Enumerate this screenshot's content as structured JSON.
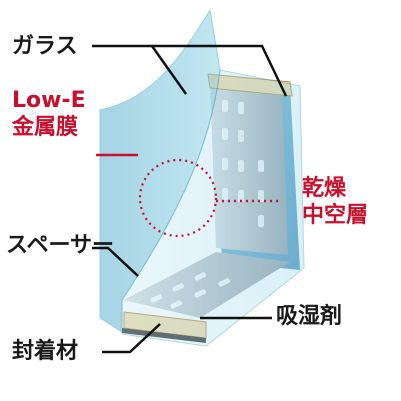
{
  "labels": {
    "glass": "ガラス",
    "lowe_line1": "Low-E",
    "lowe_line2": "金属膜",
    "dry_line1": "乾燥",
    "dry_line2": "中空層",
    "spacer": "スペーサー",
    "desiccant": "吸湿剤",
    "sealant": "封着材"
  },
  "colors": {
    "label_text": "#1a1a1a",
    "accent_red": "#c8102e",
    "glass_fill": "#8fd3e6",
    "glass_edge": "#4aa9c4",
    "spacer_metal": "#bfc5cc",
    "desiccant_fill": "#f0d9a8",
    "sealant_dark": "#333333"
  }
}
